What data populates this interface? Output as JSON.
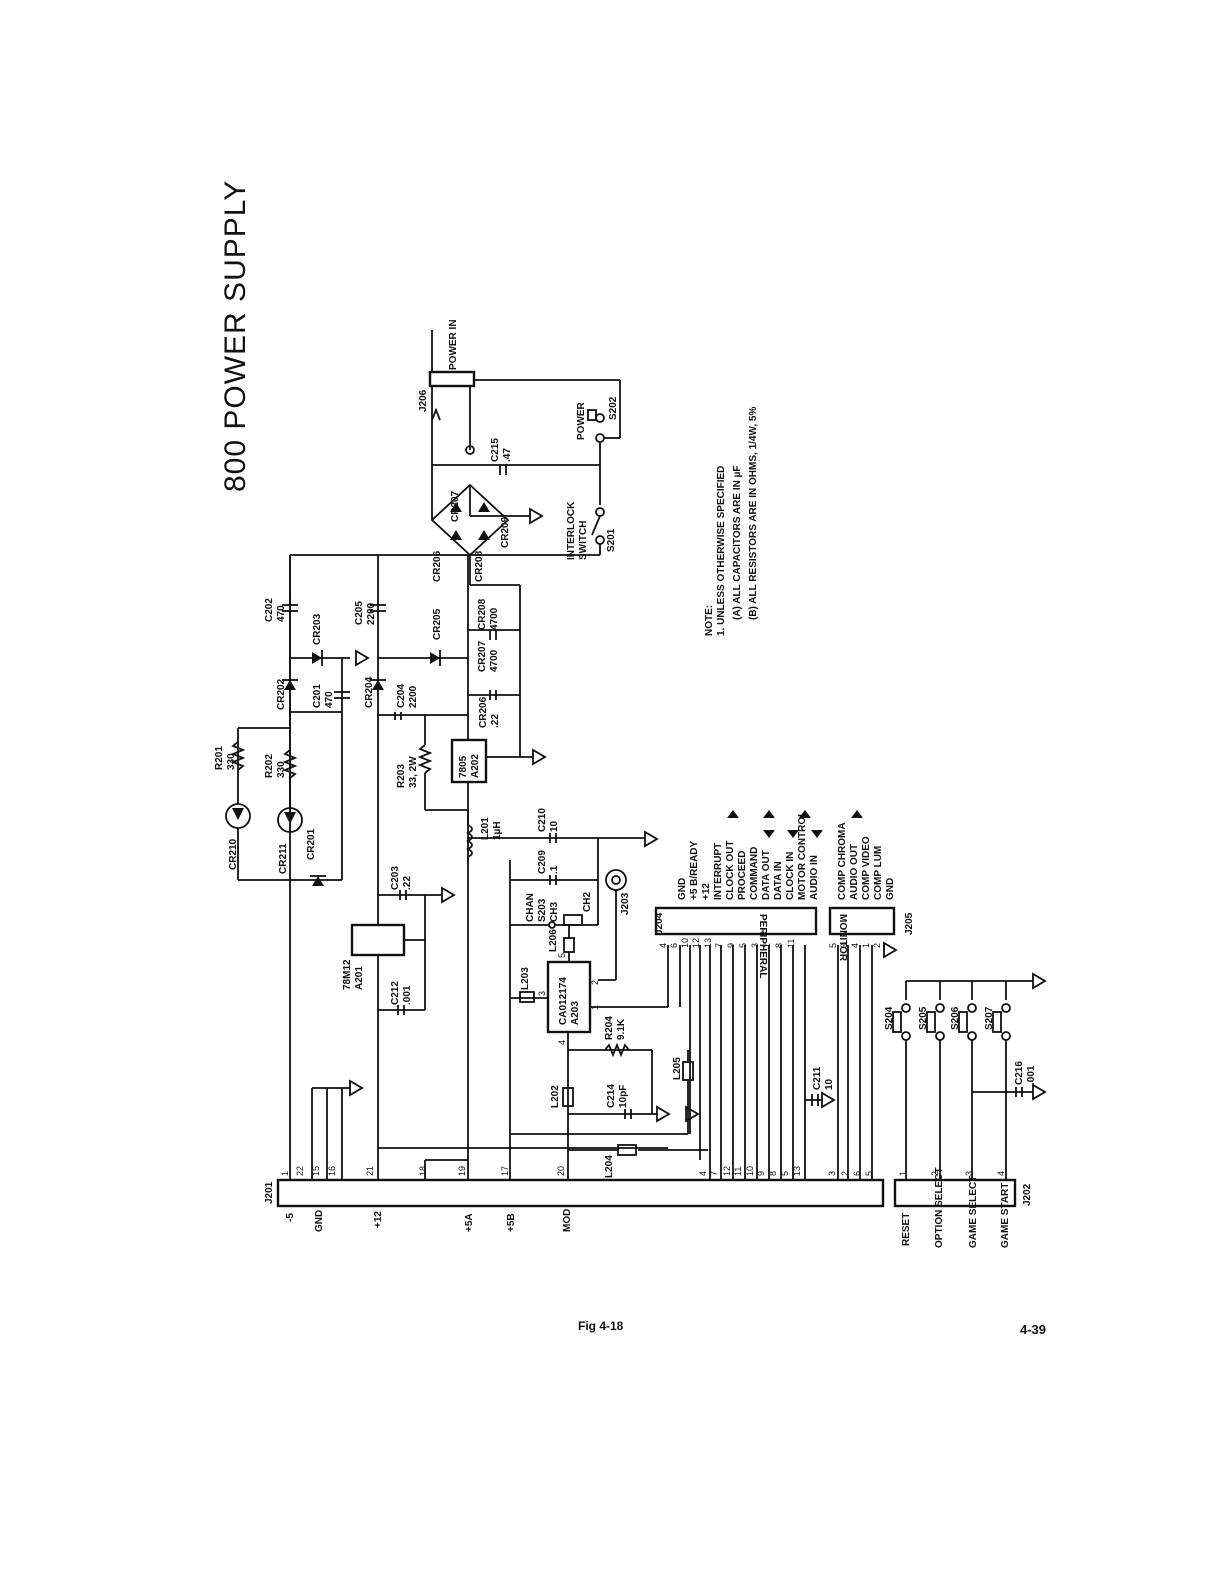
{
  "title": "800 POWER SUPPLY",
  "figure_caption": "Fig 4-18",
  "page_number": "4-39",
  "note": {
    "heading": "NOTE:",
    "line1": "1. UNLESS OTHERWISE SPECIFIED",
    "line2": "(A) ALL CAPACITORS ARE IN µF",
    "line3": "(B) ALL RESISTORS ARE IN OHMS, 1/4W, 5%"
  },
  "connectors": {
    "j201": "J201",
    "j202": "J202",
    "j204": "J204",
    "j205": "J205",
    "j206": "J206",
    "j203": "J203",
    "peripheral": "PERIPHERAL",
    "monitor": "MONITOR",
    "power_in": "POWER IN"
  },
  "j201_signals": [
    {
      "name": "-5",
      "pin": "1"
    },
    {
      "name": "GND",
      "pins": [
        "22",
        "15",
        "16"
      ]
    },
    {
      "name": "+12",
      "pin": "21"
    },
    {
      "name": "+5A",
      "pins": [
        "18",
        "19"
      ]
    },
    {
      "name": "+5B",
      "pin": "17"
    },
    {
      "name": "MOD",
      "pin": "20"
    }
  ],
  "j201_pins_right": [
    "4",
    "7",
    "12",
    "11",
    "10",
    "9",
    "8",
    "5",
    "13",
    "3",
    "2",
    "6",
    "5"
  ],
  "j202_signals": [
    {
      "name": "RESET",
      "pin": "1"
    },
    {
      "name": "OPTION SELECT",
      "pin": "2"
    },
    {
      "name": "GAME SELECT",
      "pin": "3"
    },
    {
      "name": "GAME START",
      "pin": "4"
    }
  ],
  "peripheral_signals": [
    "GND",
    "+5 B/READY",
    "+12",
    "INTERRUPT",
    "CLOCK OUT",
    "PROCEED",
    "COMMAND",
    "DATA OUT",
    "DATA IN",
    "CLOCK IN",
    "MOTOR CONTROL",
    "AUDIO IN"
  ],
  "peripheral_pins": [
    "4",
    "6",
    "10",
    "12",
    "13",
    "7",
    "9",
    "5",
    "3",
    "1",
    "8",
    "11"
  ],
  "monitor_signals": [
    "COMP CHROMA",
    "AUDIO OUT",
    "COMP VIDEO",
    "COMP LUM",
    "GND"
  ],
  "monitor_pins": [
    "5",
    "3",
    "4",
    "1",
    "2"
  ],
  "components": {
    "cr210": "CR210",
    "cr211": "CR211",
    "cr201": "CR201",
    "r201": "R201",
    "r201v": "330",
    "r202": "R202",
    "r202v": "330",
    "cr202": "CR202",
    "cr203": "CR203",
    "cr204": "CR204",
    "cr205": "CR205",
    "cr206": "CR206",
    "cr207": "CR207",
    "cr208": "CR208",
    "cr209": "CR209",
    "c201": "C201",
    "c201v": "470",
    "c202": "C202",
    "c202v": "470",
    "c203": "C203",
    "c203v": ".22",
    "c204": "C204",
    "c204v": "2200",
    "c205": "C205",
    "c205v": "2200",
    "c206": "CR206",
    "c206v": ".22",
    "c207": "CR207",
    "c207v": "4700",
    "c208": "CR208",
    "c208v": "4700",
    "c209": "C209",
    "c209v": ".1",
    "c210": "C210",
    "c210v": "10",
    "c211": "C211",
    "c211v": "10",
    "c212": "C212",
    "c212v": ".001",
    "c214": "C214",
    "c214v": "10pF",
    "c215": "C215",
    "c215v": ".47",
    "c216": "C216",
    "c216v": ".001",
    "r203": "R203",
    "r203v": "33, 2W",
    "r204": "R204",
    "r204v": "9.1K",
    "l201": "L201",
    "l201v": "1µH",
    "l202": "L202",
    "l203": "L203",
    "l204": "L204",
    "l205": "L205",
    "l206": "L206",
    "a201": "78M12",
    "a201b": "A201",
    "a202": "7805",
    "a202b": "A202",
    "a203": "CA012174",
    "a203b": "A203",
    "s201": "S201",
    "s201a": "INTERLOCK",
    "s201b": "SWITCH",
    "s202": "S202",
    "s202a": "POWER",
    "s203": "S203",
    "s203a": "CHAN",
    "ch3": "CH3",
    "ch2": "CH2",
    "s204": "S204",
    "s205": "S205",
    "s206": "S206",
    "s207": "S207"
  },
  "a203_pins": [
    "5",
    "3",
    "2",
    "1",
    "4"
  ]
}
